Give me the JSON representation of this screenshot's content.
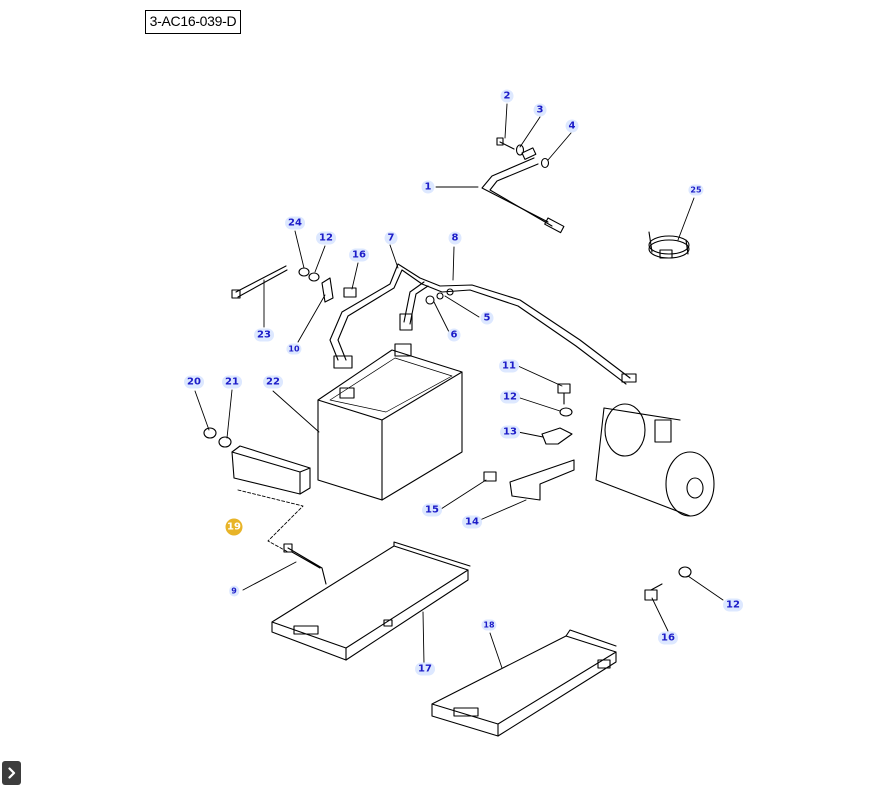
{
  "reference_code": "3-AC16-039-D",
  "callouts": [
    {
      "label": "2"
    },
    {
      "label": "3"
    },
    {
      "label": "4"
    },
    {
      "label": "1"
    },
    {
      "label": "25"
    },
    {
      "label": "24"
    },
    {
      "label": "12"
    },
    {
      "label": "16"
    },
    {
      "label": "7"
    },
    {
      "label": "8"
    },
    {
      "label": "5"
    },
    {
      "label": "6"
    },
    {
      "label": "23"
    },
    {
      "label": "10"
    },
    {
      "label": "20"
    },
    {
      "label": "21"
    },
    {
      "label": "22"
    },
    {
      "label": "11"
    },
    {
      "label": "12"
    },
    {
      "label": "13"
    },
    {
      "label": "15"
    },
    {
      "label": "14"
    },
    {
      "label": "19"
    },
    {
      "label": "9"
    },
    {
      "label": "17"
    },
    {
      "label": "18"
    },
    {
      "label": "16"
    },
    {
      "label": "12"
    }
  ],
  "selected_callout": "19",
  "sidebar_toggle_icon": "chevron-right-icon",
  "colors": {
    "callout_text": "#1c1cc8",
    "callout_bg": "#dde8ff",
    "selected": "#e8b428",
    "toggle": "#3d3d3d"
  }
}
